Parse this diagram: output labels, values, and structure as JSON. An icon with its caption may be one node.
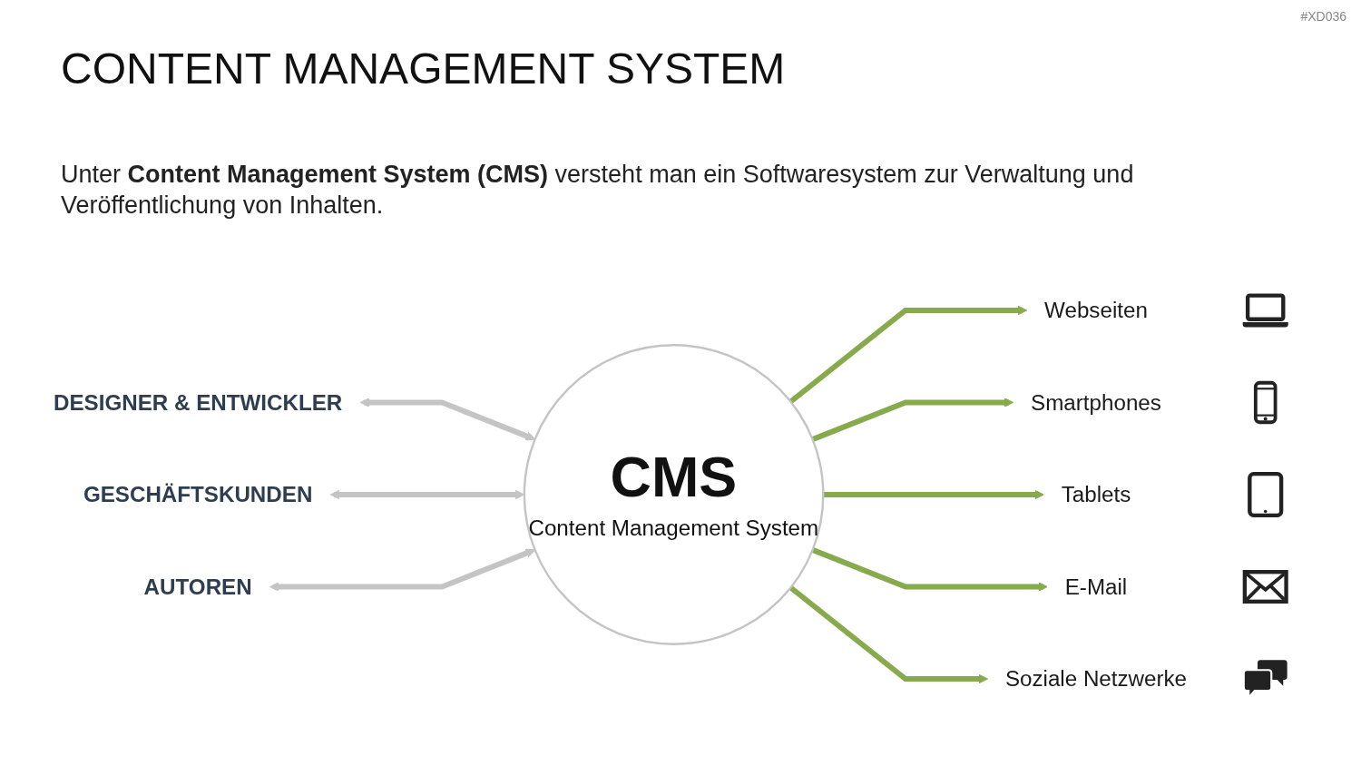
{
  "diagram": {
    "title": "CONTENT MANAGEMENT SYSTEM",
    "nodes": [
      {
        "text": [
          "DESIGNER & ENTWICKLER"
        ]
      },
      {
        "text": [
          "GESCHÄFTSKUNDEN"
        ]
      },
      {
        "text": [
          "AUTOREN"
        ]
      },
      {
        "text": [
          "CMS",
          "Content Management System"
        ]
      },
      {
        "text": [
          "Webseiten"
        ]
      },
      {
        "text": [
          "Smartphones"
        ]
      },
      {
        "text": [
          "Tablets"
        ]
      },
      {
        "text": [
          "E-Mail"
        ]
      },
      {
        "text": [
          "Soziale Netzwerke"
        ]
      }
    ],
    "edges": [
      {
        "from": 0,
        "to": 3,
        "arrow": "both",
        "color": "#c4c4c4"
      },
      {
        "from": 1,
        "to": 3,
        "arrow": "both",
        "color": "#c4c4c4"
      },
      {
        "from": 2,
        "to": 3,
        "arrow": "both",
        "color": "#c4c4c4"
      },
      {
        "from": 3,
        "to": 4,
        "arrow": "to"
      },
      {
        "from": 3,
        "to": 5,
        "arrow": "to"
      },
      {
        "from": 3,
        "to": 6,
        "arrow": "to"
      },
      {
        "from": 3,
        "to": 7,
        "arrow": "to"
      },
      {
        "from": 3,
        "to": 8,
        "arrow": "to"
      }
    ],
    "labels": [
      "#XD036",
      "Unter **Content Management System (CMS)** versteht man ein Softwaresystem zur Verwaltung und Veröffentlichung von Inhalten."
    ]
  }
}
